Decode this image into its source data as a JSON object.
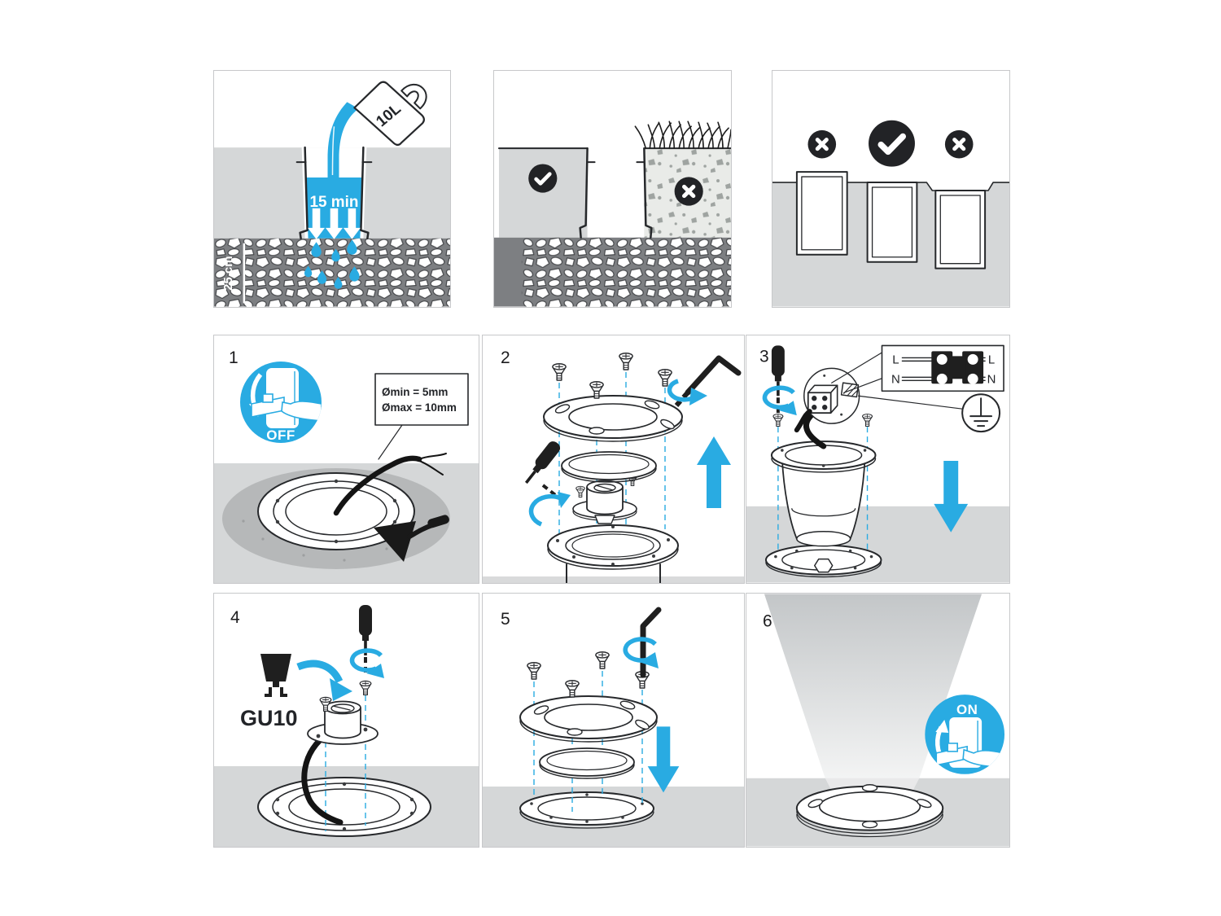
{
  "colors": {
    "accent_blue": "#29abe2",
    "icon_black": "#1f1f1f",
    "soil_light": "#d5d7d8",
    "gravel_dark": "#7d7f82",
    "collar_gray": "#b6b8b9",
    "panel_border": "#c7c8ca"
  },
  "panels": {
    "water_test": {
      "jug_volume": "10L",
      "wait_time": "15 min",
      "gravel_depth": "25 cm"
    },
    "step1": {
      "number": "1",
      "switch_label": "OFF",
      "cable_dia_min": "Ømin = 5mm",
      "cable_dia_max": "Ømax = 10mm"
    },
    "step2": {
      "number": "2"
    },
    "step3": {
      "number": "3",
      "wire_left_l": "L",
      "wire_left_n": "N",
      "wire_right_l": "L",
      "wire_right_n": "N"
    },
    "step4": {
      "number": "4",
      "bulb_type": "GU10"
    },
    "step5": {
      "number": "5"
    },
    "step6": {
      "number": "6",
      "switch_label": "ON"
    }
  }
}
